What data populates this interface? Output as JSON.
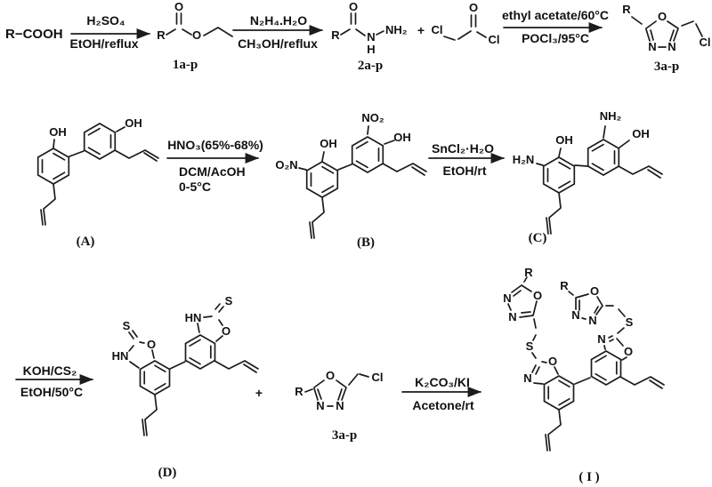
{
  "atoms": {
    "O": "O",
    "N": "N",
    "S": "S",
    "R": "R",
    "Cl": "Cl",
    "H": "H",
    "plus": "+",
    "OH": "OH",
    "NH2": "NH₂",
    "H2N": "H₂N",
    "NO2": "NO₂",
    "O2N": "O₂N",
    "HN": "HN"
  },
  "row1": {
    "reactant": "R−COOH",
    "step1": {
      "above": "H₂SO₄",
      "below": "EtOH/reflux"
    },
    "ester_label": "1a-p",
    "step2": {
      "above": "N₂H₄.H₂O",
      "below": "CH₃OH/reflux"
    },
    "hydrazide_label": "2a-p",
    "step3": {
      "above": "ethyl acetate/60°C",
      "below": "POCl₃/95°C"
    },
    "oxadiazole_label": "3a-p"
  },
  "row2": {
    "honokiol_label": "(A)",
    "step4": {
      "above": "HNO₃(65%-68%)",
      "below1": "DCM/AcOH",
      "below2": "0-5°C"
    },
    "dinitro_label": "(B)",
    "step5": {
      "above": "SnCl₂·H₂O",
      "below": "EtOH/rt"
    },
    "diamine_label": "(C)"
  },
  "row3": {
    "step6": {
      "above": "KOH/CS₂",
      "below": "EtOH/50°C"
    },
    "dithione_label": "(D)",
    "reagent_label": "3a-p",
    "step7": {
      "above": "K₂CO₃/KI",
      "below": "Acetone/rt"
    },
    "product_label": "( I )"
  }
}
